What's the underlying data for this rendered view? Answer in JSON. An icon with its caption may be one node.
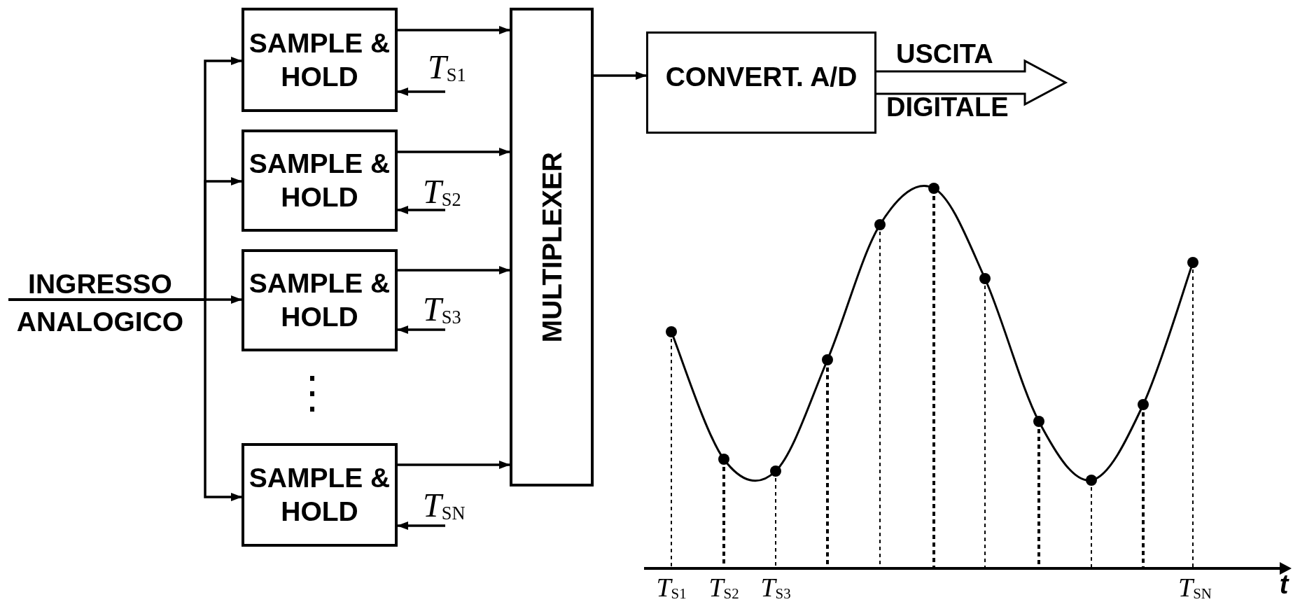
{
  "diagram": {
    "nodes": [
      {
        "text": [
          "INGRESSO",
          "ANALOGICO"
        ]
      },
      {
        "text": [
          "SAMPLE & HOLD"
        ],
        "beside": [
          "*T*$_{S1}$"
        ]
      },
      {
        "text": [
          "SAMPLE & HOLD"
        ],
        "beside": [
          "*T*$_{S2}$"
        ]
      },
      {
        "text": [
          "SAMPLE & HOLD"
        ],
        "beside": [
          "*T*$_{S3}$"
        ]
      },
      {
        "text": [
          "SAMPLE & HOLD"
        ],
        "beside": [
          "*T*$_{SN}$"
        ]
      },
      {
        "text": [
          "MULTIPLEXER"
        ]
      },
      {
        "text": [
          "CONVERT. A/D"
        ]
      }
    ],
    "edges": [
      {
        "from": 0,
        "to": 1,
        "arrow": "to"
      },
      {
        "from": 0,
        "to": 2,
        "arrow": "to"
      },
      {
        "from": 0,
        "to": 3,
        "arrow": "to"
      },
      {
        "from": 0,
        "to": 4,
        "arrow": "to"
      },
      {
        "from": 1,
        "to": 5,
        "arrow": "to"
      },
      {
        "from": 2,
        "to": 5,
        "arrow": "to"
      },
      {
        "from": 3,
        "to": 5,
        "arrow": "to"
      },
      {
        "from": 4,
        "to": 5,
        "arrow": "to"
      },
      {
        "from": null,
        "to": 1,
        "arrow": "to"
      },
      {
        "from": null,
        "to": 2,
        "arrow": "to"
      },
      {
        "from": null,
        "to": 3,
        "arrow": "to"
      },
      {
        "from": null,
        "to": 4,
        "arrow": "to"
      },
      {
        "from": 5,
        "to": 6,
        "arrow": "to"
      },
      {
        "from": 6,
        "to": null,
        "arrow": "to",
        "style": "thick"
      }
    ],
    "labels": [
      "USCITA",
      "DIGITALE",
      "*T*$_{S1}$",
      "*T*$_{S2}$",
      "*T*$_{S3}$",
      "*T*$_{SN}$",
      "t"
    ]
  }
}
